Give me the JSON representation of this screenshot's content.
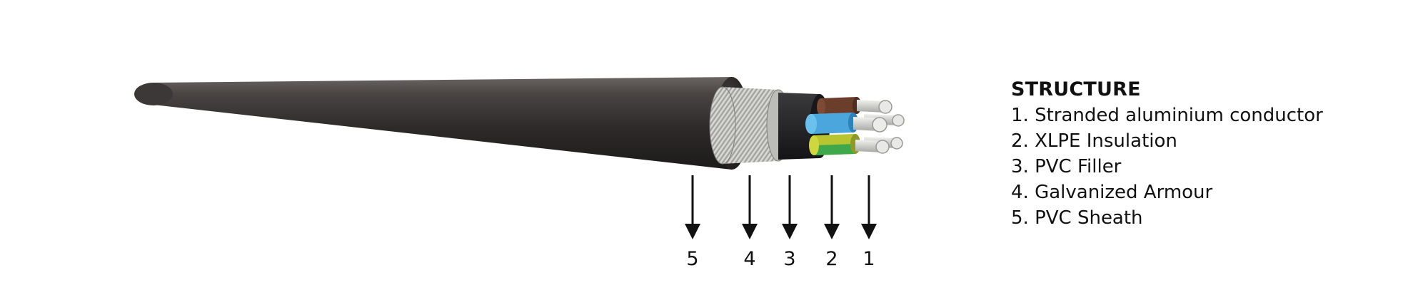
{
  "legend": {
    "title": "STRUCTURE",
    "items": [
      "1. Stranded aluminium conductor",
      "2. XLPE Insulation",
      "3. PVC Filler",
      "4. Galvanized Armour",
      "5. PVC Sheath"
    ]
  },
  "callouts": [
    "5",
    "4",
    "3",
    "2",
    "1"
  ],
  "colors": {
    "sheath": "#2f2c2c",
    "armour": "#c8c8c4",
    "filler": "#1e1e20",
    "core_brown": "#6b3e2c",
    "core_blue": "#4aa6dc",
    "core_green_yellow": "#b8c430",
    "conductor": "#d9d9d6",
    "arrow": "#111111"
  }
}
